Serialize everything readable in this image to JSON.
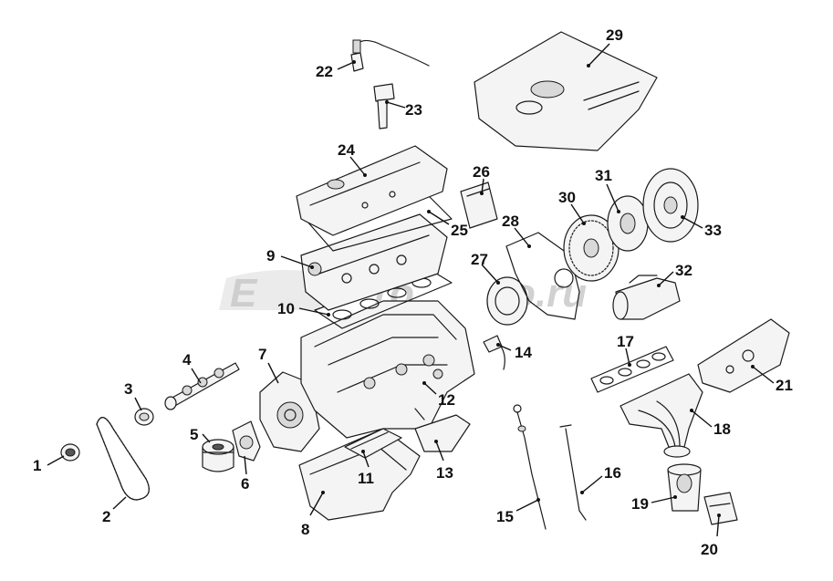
{
  "watermark": {
    "text_left": "E",
    "text_mid": "ro",
    "text_right": "o.ru"
  },
  "callouts": [
    {
      "id": "1",
      "label": "1"
    },
    {
      "id": "2",
      "label": "2"
    },
    {
      "id": "3",
      "label": "3"
    },
    {
      "id": "4",
      "label": "4"
    },
    {
      "id": "5",
      "label": "5"
    },
    {
      "id": "6",
      "label": "6"
    },
    {
      "id": "7",
      "label": "7"
    },
    {
      "id": "8",
      "label": "8"
    },
    {
      "id": "9",
      "label": "9"
    },
    {
      "id": "10",
      "label": "10"
    },
    {
      "id": "11",
      "label": "11"
    },
    {
      "id": "12",
      "label": "12"
    },
    {
      "id": "13",
      "label": "13"
    },
    {
      "id": "14",
      "label": "14"
    },
    {
      "id": "15",
      "label": "15"
    },
    {
      "id": "16",
      "label": "16"
    },
    {
      "id": "17",
      "label": "17"
    },
    {
      "id": "18",
      "label": "18"
    },
    {
      "id": "19",
      "label": "19"
    },
    {
      "id": "20",
      "label": "20"
    },
    {
      "id": "21",
      "label": "21"
    },
    {
      "id": "22",
      "label": "22"
    },
    {
      "id": "23",
      "label": "23"
    },
    {
      "id": "24",
      "label": "24"
    },
    {
      "id": "25",
      "label": "25"
    },
    {
      "id": "26",
      "label": "26"
    },
    {
      "id": "27",
      "label": "27"
    },
    {
      "id": "28",
      "label": "28"
    },
    {
      "id": "29",
      "label": "29"
    },
    {
      "id": "30",
      "label": "30"
    },
    {
      "id": "31",
      "label": "31"
    },
    {
      "id": "32",
      "label": "32"
    },
    {
      "id": "33",
      "label": "33"
    }
  ]
}
